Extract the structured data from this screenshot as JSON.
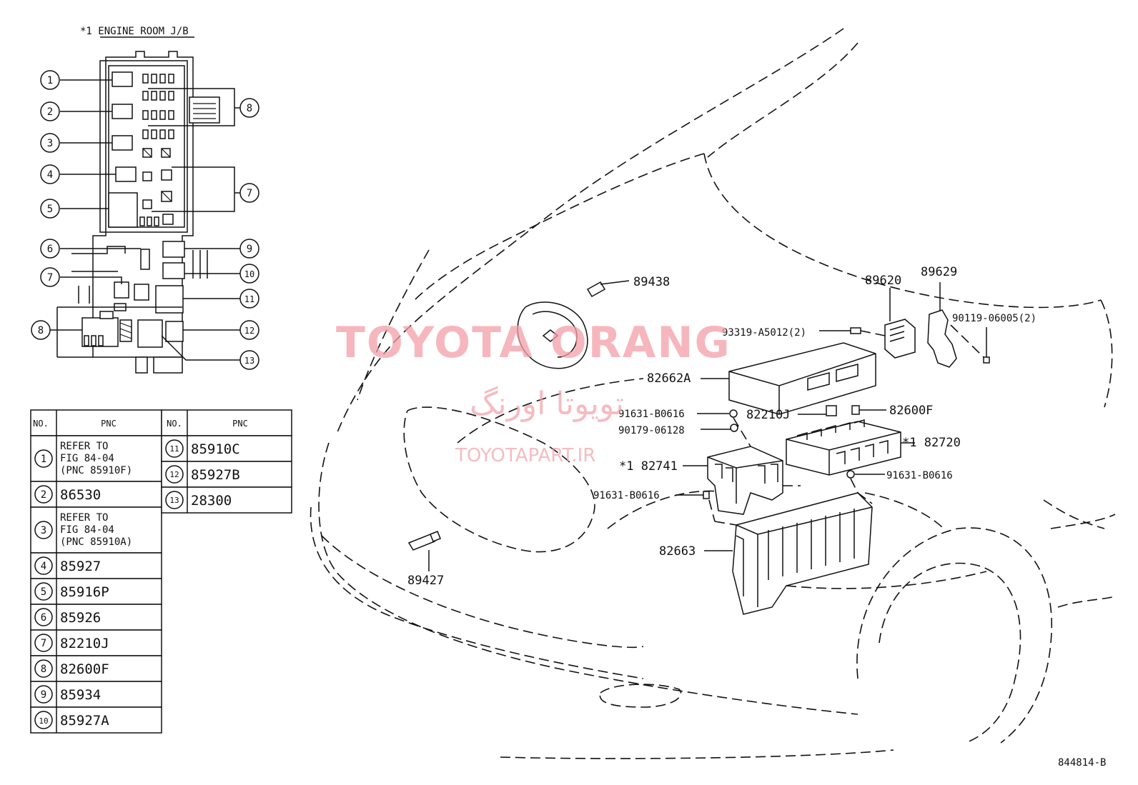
{
  "header": {
    "title": "*1 ENGINE ROOM J/B"
  },
  "fusebox_callouts_left": [
    "1",
    "2",
    "3",
    "4",
    "5",
    "6",
    "7",
    "8"
  ],
  "fusebox_callouts_right": [
    "8",
    "7",
    "9",
    "10",
    "11",
    "12",
    "13"
  ],
  "table_left": {
    "col_no": "NO.",
    "col_pnc": "PNC",
    "rows": [
      {
        "no": "1",
        "pnc": [
          "REFER TO",
          "FIG 84-04",
          "(PNC 85910F)"
        ]
      },
      {
        "no": "2",
        "pnc": [
          "86530"
        ]
      },
      {
        "no": "3",
        "pnc": [
          "REFER TO",
          "FIG 84-04",
          "(PNC 85910A)"
        ]
      },
      {
        "no": "4",
        "pnc": [
          "85927"
        ]
      },
      {
        "no": "5",
        "pnc": [
          "85916P"
        ]
      },
      {
        "no": "6",
        "pnc": [
          "85926"
        ]
      },
      {
        "no": "7",
        "pnc": [
          "82210J"
        ]
      },
      {
        "no": "8",
        "pnc": [
          "82600F"
        ]
      },
      {
        "no": "9",
        "pnc": [
          "85934"
        ]
      },
      {
        "no": "10",
        "pnc": [
          "85927A"
        ]
      }
    ]
  },
  "table_right": {
    "col_no": "NO.",
    "col_pnc": "PNC",
    "rows": [
      {
        "no": "11",
        "pnc": "85910C"
      },
      {
        "no": "12",
        "pnc": "85927B"
      },
      {
        "no": "13",
        "pnc": "28300"
      }
    ]
  },
  "part_labels": {
    "p89438": "89438",
    "p89620": "89620",
    "p89629": "89629",
    "p90119": "90119-06005(2)",
    "p93319": "93319-A5012(2)",
    "p82662A": "82662A",
    "p91631a": "91631-B0616",
    "p82210J": "82210J",
    "p82600F": "82600F",
    "p90179": "90179-06128",
    "p82720": "*1 82720",
    "p82741": "*1 82741",
    "p91631b": "91631-B0616",
    "p91631c": "91631-B0616",
    "p82663": "82663",
    "p89427": "89427"
  },
  "watermark": {
    "brand": "TOYOTA ORANG",
    "brand_fa": "تویوتا اورنگ",
    "url": "TOYOTAPART.IR"
  },
  "figure_code": "844814-B"
}
